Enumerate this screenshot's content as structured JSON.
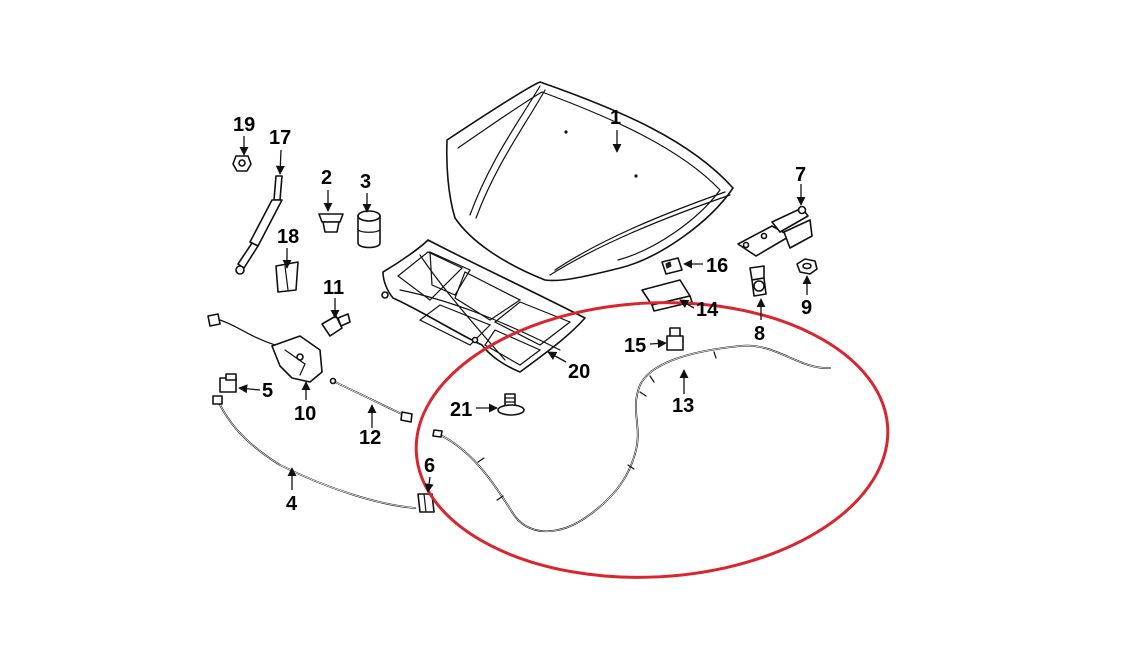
{
  "callouts": {
    "c1": "1",
    "c2": "2",
    "c3": "3",
    "c4": "4",
    "c5": "5",
    "c6": "6",
    "c7": "7",
    "c8": "8",
    "c9": "9",
    "c10": "10",
    "c11": "11",
    "c12": "12",
    "c13": "13",
    "c14": "14",
    "c15": "15",
    "c16": "16",
    "c17": "17",
    "c18": "18",
    "c19": "19",
    "c20": "20",
    "c21": "21"
  },
  "highlight": {
    "color": "#d9262e",
    "target": "13"
  }
}
